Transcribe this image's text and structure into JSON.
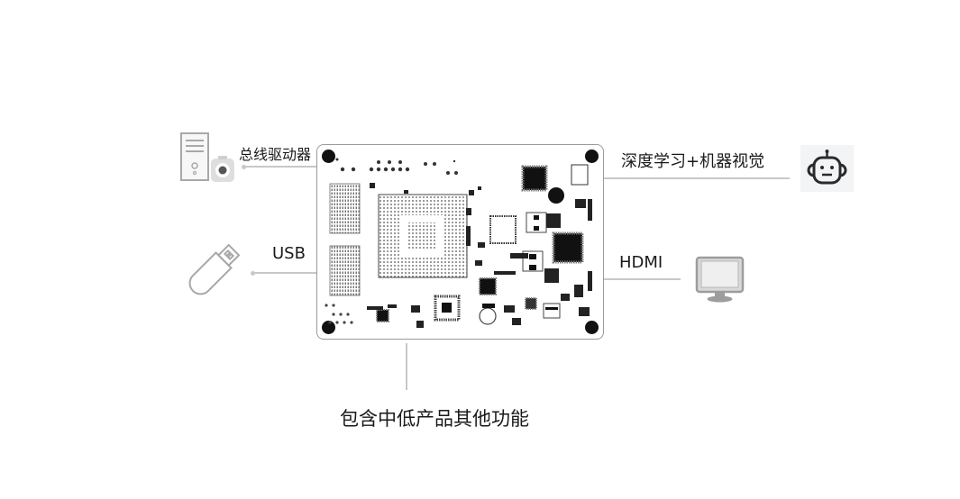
{
  "labels": {
    "bus_driver": "总线驱动器",
    "usb": "USB",
    "deep_learning": "深度学习+机器视觉",
    "hdmi": "HDMI",
    "other_functions": "包含中低产品其他功能"
  },
  "colors": {
    "line": "#c8c8c8",
    "icon": "#a8a8a8",
    "board_outline": "#9a9a9a",
    "mount_hole": "#111111",
    "robot_icon": "#2b2b2b",
    "robot_bg": "#f3f4f6"
  }
}
